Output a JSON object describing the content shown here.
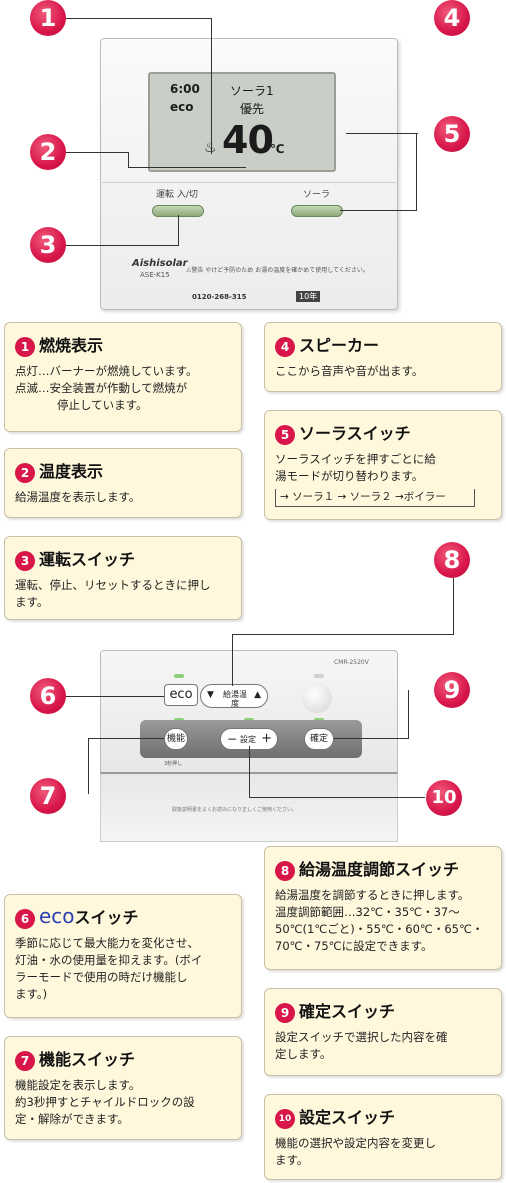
{
  "remote1": {
    "lcd": {
      "time": "6:00",
      "mode": "ソーラ1",
      "eco": "eco",
      "priority": "優先",
      "temperature": "40",
      "unit": "℃"
    },
    "btn_left_label": "運転 入/切",
    "btn_right_label": "ソーラ",
    "brand": "Aishisolar",
    "model": "ASE-K15",
    "warning": "⚠警告 やけど予防のため お湯の温度を確かめて使用してください。",
    "phone": "0120-268-315",
    "year_badge": "10年"
  },
  "badges": [
    "1",
    "2",
    "3",
    "4",
    "5",
    "6",
    "7",
    "8",
    "9",
    "10"
  ],
  "box1": {
    "title": "燃焼表示",
    "lines": [
      "点灯…バーナーが燃焼しています。",
      "点滅…安全装置が作動して燃焼が",
      "停止しています。"
    ]
  },
  "box2": {
    "title": "温度表示",
    "lines": [
      "給湯温度を表示します。"
    ]
  },
  "box3": {
    "title": "運転スイッチ",
    "lines": [
      "運転、停止、リセットするときに押し",
      "ます。"
    ]
  },
  "box4": {
    "title": "スピーカー",
    "lines": [
      "ここから音声や音が出ます。"
    ]
  },
  "box5": {
    "title": "ソーラスイッチ",
    "lines": [
      "ソーラスイッチを押すごとに給",
      "湯モードが切り替わります。"
    ],
    "cycle": "→ ソーラ１ → ソーラ２ →ボイラー"
  },
  "remote2": {
    "model": "CMR-2520V",
    "eco_btn": "eco",
    "temp_btn": "給湯温度",
    "func_btn": "機能",
    "set_btn": "設定",
    "confirm_btn": "確定",
    "hold_note": "3秒押し",
    "footer_note": "取扱説明書をよくお読みになり正しくご使用ください。"
  },
  "box6": {
    "title_eco": "eco",
    "title_rest": "スイッチ",
    "lines": [
      "季節に応じて最大能力を変化させ、",
      "灯油・水の使用量を抑えます。(ボイ",
      "ラーモードで使用の時だけ機能し",
      "ます。)"
    ]
  },
  "box7": {
    "title": "機能スイッチ",
    "lines": [
      "機能設定を表示します。",
      "約3秒押すとチャイルドロックの設",
      "定・解除ができます。"
    ]
  },
  "box8": {
    "title": "給湯温度調節スイッチ",
    "lines": [
      "給湯温度を調節するときに押します。",
      "温度調節範囲…32℃・35℃・37～",
      "50℃(1℃ごと)・55℃・60℃・65℃・",
      "70℃・75℃に設定できます。"
    ]
  },
  "box9": {
    "title": "確定スイッチ",
    "lines": [
      "設定スイッチで選択した内容を確",
      "定します。"
    ]
  },
  "box10": {
    "title": "設定スイッチ",
    "lines": [
      "機能の選択や設定内容を変更し",
      "ます。"
    ]
  }
}
